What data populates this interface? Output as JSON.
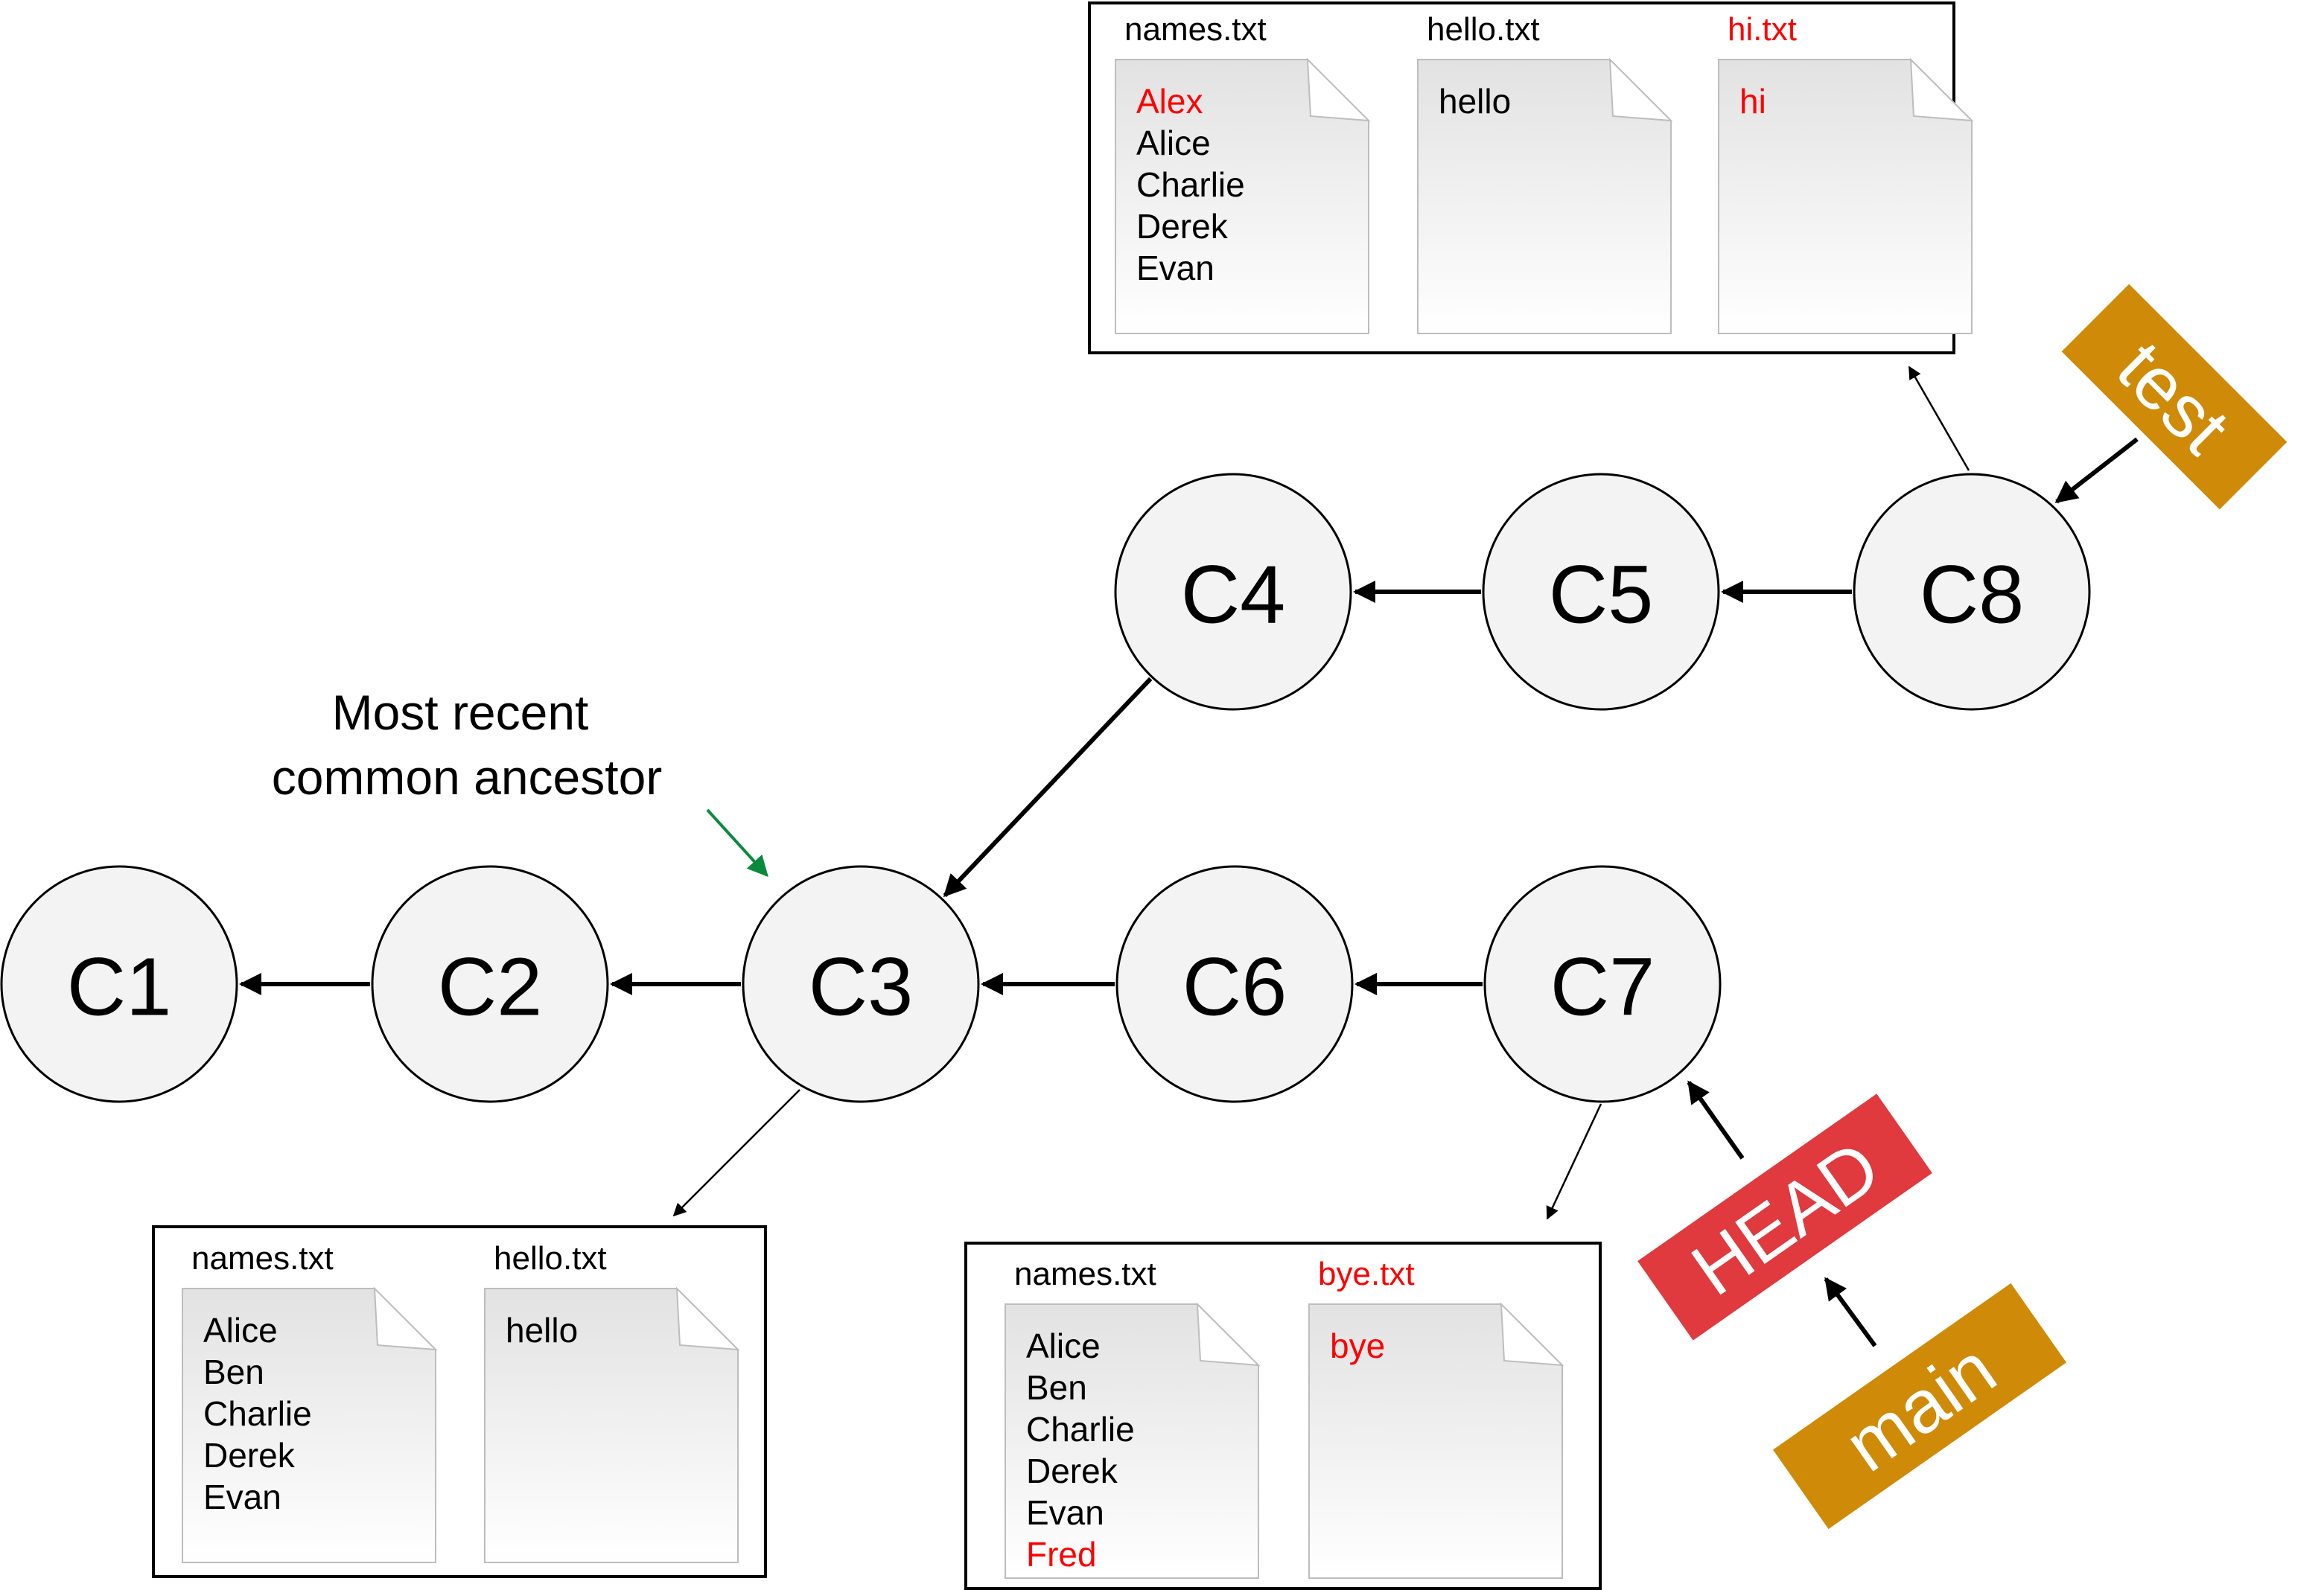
{
  "colors": {
    "highlight": "#ff0000",
    "annotation": "#0a8a3c",
    "branch_tag": "#cf8a07",
    "head_tag": "#e0393e",
    "node_fill": "#f3f3f3"
  },
  "commits": [
    {
      "id": "C1",
      "label": "C1"
    },
    {
      "id": "C2",
      "label": "C2"
    },
    {
      "id": "C3",
      "label": "C3"
    },
    {
      "id": "C4",
      "label": "C4"
    },
    {
      "id": "C5",
      "label": "C5"
    },
    {
      "id": "C6",
      "label": "C6"
    },
    {
      "id": "C7",
      "label": "C7"
    },
    {
      "id": "C8",
      "label": "C8"
    }
  ],
  "parent_edges": [
    {
      "from": "C2",
      "to": "C1"
    },
    {
      "from": "C3",
      "to": "C2"
    },
    {
      "from": "C4",
      "to": "C3"
    },
    {
      "from": "C5",
      "to": "C4"
    },
    {
      "from": "C8",
      "to": "C5"
    },
    {
      "from": "C6",
      "to": "C3"
    },
    {
      "from": "C7",
      "to": "C6"
    }
  ],
  "annotation": {
    "line1": "Most recent",
    "line2": "common ancestor",
    "points_to": "C3"
  },
  "snapshots": [
    {
      "commit": "C8",
      "files": [
        {
          "name": "names.txt",
          "name_new": false,
          "lines": [
            {
              "text": "Alex",
              "new": true
            },
            {
              "text": "Alice",
              "new": false
            },
            {
              "text": "Charlie",
              "new": false
            },
            {
              "text": "Derek",
              "new": false
            },
            {
              "text": "Evan",
              "new": false
            }
          ]
        },
        {
          "name": "hello.txt",
          "name_new": false,
          "lines": [
            {
              "text": "hello",
              "new": false
            }
          ]
        },
        {
          "name": "hi.txt",
          "name_new": true,
          "lines": [
            {
              "text": "hi",
              "new": true
            }
          ]
        }
      ]
    },
    {
      "commit": "C3",
      "files": [
        {
          "name": "names.txt",
          "name_new": false,
          "lines": [
            {
              "text": "Alice",
              "new": false
            },
            {
              "text": "Ben",
              "new": false
            },
            {
              "text": "Charlie",
              "new": false
            },
            {
              "text": "Derek",
              "new": false
            },
            {
              "text": "Evan",
              "new": false
            }
          ]
        },
        {
          "name": "hello.txt",
          "name_new": false,
          "lines": [
            {
              "text": "hello",
              "new": false
            }
          ]
        }
      ]
    },
    {
      "commit": "C7",
      "files": [
        {
          "name": "names.txt",
          "name_new": false,
          "lines": [
            {
              "text": "Alice",
              "new": false
            },
            {
              "text": "Ben",
              "new": false
            },
            {
              "text": "Charlie",
              "new": false
            },
            {
              "text": "Derek",
              "new": false
            },
            {
              "text": "Evan",
              "new": false
            },
            {
              "text": "Fred",
              "new": true
            }
          ]
        },
        {
          "name": "bye.txt",
          "name_new": true,
          "lines": [
            {
              "text": "bye",
              "new": true
            }
          ]
        }
      ]
    }
  ],
  "refs": [
    {
      "id": "test",
      "label": "test",
      "kind": "branch",
      "points_to": "C8"
    },
    {
      "id": "head",
      "label": "HEAD",
      "kind": "head",
      "points_to": "C7"
    },
    {
      "id": "main",
      "label": "main",
      "kind": "branch",
      "points_to": "head"
    }
  ]
}
